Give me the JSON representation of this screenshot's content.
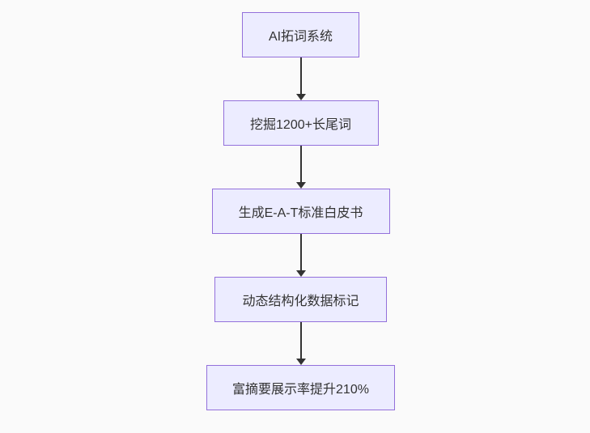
{
  "diagram": {
    "type": "flowchart",
    "direction": "top-down",
    "colors": {
      "background": "#fafafa",
      "node_fill": "#ececff",
      "node_border": "#9370db",
      "text": "#333333",
      "arrow": "#333333"
    },
    "nodes": [
      {
        "id": 1,
        "label": "AI拓词系统"
      },
      {
        "id": 2,
        "label": "挖掘1200+长尾词"
      },
      {
        "id": 3,
        "label": "生成E-A-T标准白皮书"
      },
      {
        "id": 4,
        "label": "动态结构化数据标记"
      },
      {
        "id": 5,
        "label": "富摘要展示率提升210%"
      }
    ],
    "edges": [
      {
        "from": 1,
        "to": 2
      },
      {
        "from": 2,
        "to": 3
      },
      {
        "from": 3,
        "to": 4
      },
      {
        "from": 4,
        "to": 5
      }
    ]
  }
}
